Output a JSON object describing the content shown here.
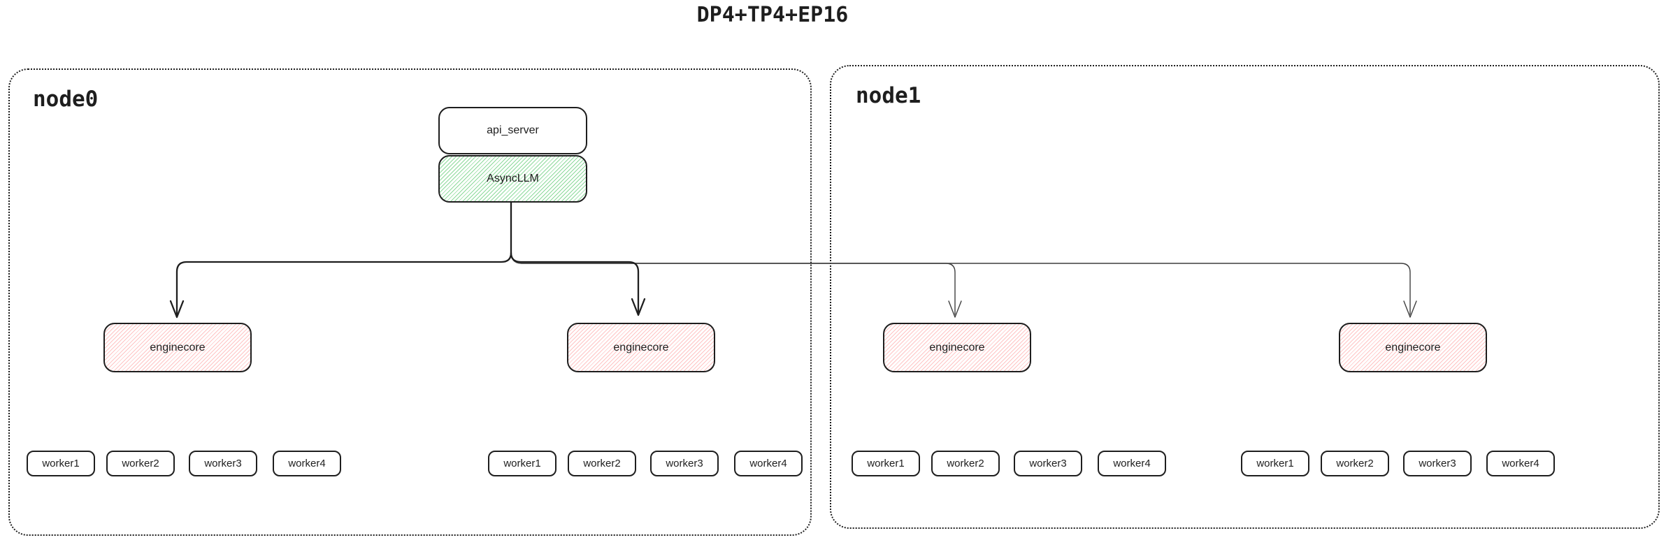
{
  "title": "DP4+TP4+EP16",
  "nodes": [
    {
      "label": "node0",
      "api_server_label": "api_server",
      "async_llm_label": "AsyncLLM",
      "engine_groups": [
        {
          "enginecore_label": "enginecore",
          "workers": [
            "worker1",
            "worker2",
            "worker3",
            "worker4"
          ]
        },
        {
          "enginecore_label": "enginecore",
          "workers": [
            "worker1",
            "worker2",
            "worker3",
            "worker4"
          ]
        }
      ]
    },
    {
      "label": "node1",
      "engine_groups": [
        {
          "enginecore_label": "enginecore",
          "workers": [
            "worker1",
            "worker2",
            "worker3",
            "worker4"
          ]
        },
        {
          "enginecore_label": "enginecore",
          "workers": [
            "worker1",
            "worker2",
            "worker3",
            "worker4"
          ]
        }
      ]
    }
  ],
  "connectors": {
    "source": "AsyncLLM",
    "targets": [
      "enginecore-1",
      "enginecore-2",
      "enginecore-3",
      "enginecore-4"
    ]
  },
  "colors": {
    "stroke": "#1e1e1e",
    "thin_stroke": "#3f3f3f",
    "green_hatch": "#40c057",
    "red_hatch": "#ff6b6b",
    "background": "#ffffff"
  }
}
